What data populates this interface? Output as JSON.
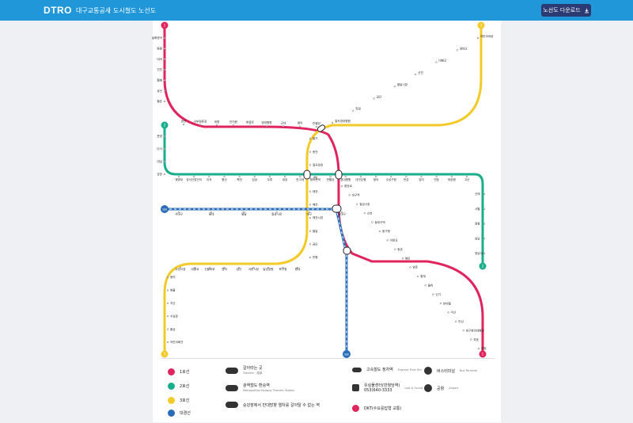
{
  "header": {
    "logo": "DTRO",
    "org_name": "대구교통공사",
    "separator": "|",
    "page_title": "도시철도 노선도",
    "download_label": "노선도 다운로드"
  },
  "colors": {
    "line1": "#e0245e",
    "line2": "#1aae8c",
    "line3": "#f2cb2a",
    "daegyeong": "#2b6cb8"
  },
  "map": {
    "terminals": {
      "l1_top": "1",
      "l1_bottom": "1",
      "l2_left": "2",
      "l2_right": "2",
      "l3_top": "3",
      "l3_bottom": "3",
      "dg_left": "대경",
      "dg_bottom": "대경"
    },
    "line1_stations_left": [
      "설화명곡",
      "화원",
      "대곡",
      "진천",
      "월배",
      "상인",
      "월촌"
    ],
    "line1_stations_mid": [
      "송현",
      "서부정류장",
      "대명",
      "안지랑",
      "현충로",
      "영대병원",
      "교대",
      "명덕",
      "반월당"
    ],
    "line1_stations_right": [
      "중앙로",
      "대구역",
      "칠성시장",
      "신천",
      "동대구역",
      "동구청",
      "아양교",
      "동촌",
      "해안",
      "방촌",
      "용계",
      "율하",
      "신기",
      "반야월",
      "각산",
      "안심",
      "대구한의대병원",
      "부호",
      "하양"
    ],
    "line2_stations_left": [
      "문양",
      "다사",
      "대실",
      "강창"
    ],
    "line2_stations_main": [
      "계명대",
      "성서산업단지",
      "이곡",
      "용산",
      "죽전",
      "감삼",
      "두류",
      "내당",
      "반고개",
      "청라언덕",
      "반월당",
      "경대병원",
      "대구은행",
      "범어",
      "수성구청",
      "만촌",
      "담티",
      "연호",
      "대공원",
      "고산"
    ],
    "line2_stations_right": [
      "신매",
      "사월",
      "정평",
      "임당",
      "영남대"
    ],
    "line3_stations_bottom_left": [
      "용지",
      "범물",
      "지산",
      "수성못",
      "황금",
      "어린이회관"
    ],
    "line3_stations_lower": [
      "수성시장",
      "대봉교",
      "건들바위",
      "명덕",
      "남산",
      "서문시장",
      "달성공원",
      "북구청",
      "원대"
    ],
    "line3_stations_upper": [
      "팔거",
      "동천",
      "칠곡운암",
      "구암",
      "태전",
      "매천",
      "매천시장",
      "팔달",
      "공단",
      "만평"
    ],
    "line3_stations_top_right": [
      "칠곡경대병원",
      "학정",
      "공단",
      "팔달시장",
      "신천",
      "대봉교",
      "경대교",
      "어린이세상"
    ],
    "daegyeong_stations": [
      "서대구",
      "원대",
      "팔달",
      "칠성시장",
      "대구",
      "동대구"
    ]
  },
  "legend": {
    "line1": "1호선",
    "line2": "2호선",
    "line3": "3호선",
    "daegyeong": "대경선",
    "transfer": "갈아타는 곳",
    "transfer_en": "Transfer · 換乘",
    "metro_transfer": "광역철도 환승역",
    "metro_transfer_en": "Metropolitan Railway Transfer Station",
    "platform_note": "승강장에서 반대방향 열차를 갈아탈 수 없는 역",
    "ktx": "고속철도 정차역",
    "ktx_en": "Express Train Stn",
    "lost_found": "유실물센터(반월당역)",
    "lost_found_tel": "053)640-3333",
    "lost_found_en": "Lost & Found",
    "bus_terminal": "버스터미널",
    "bus_terminal_en": "Bus Terminal",
    "airport": "공항",
    "airport_en": "Airport",
    "dkt": "DKT(수요응답형 교통)"
  }
}
